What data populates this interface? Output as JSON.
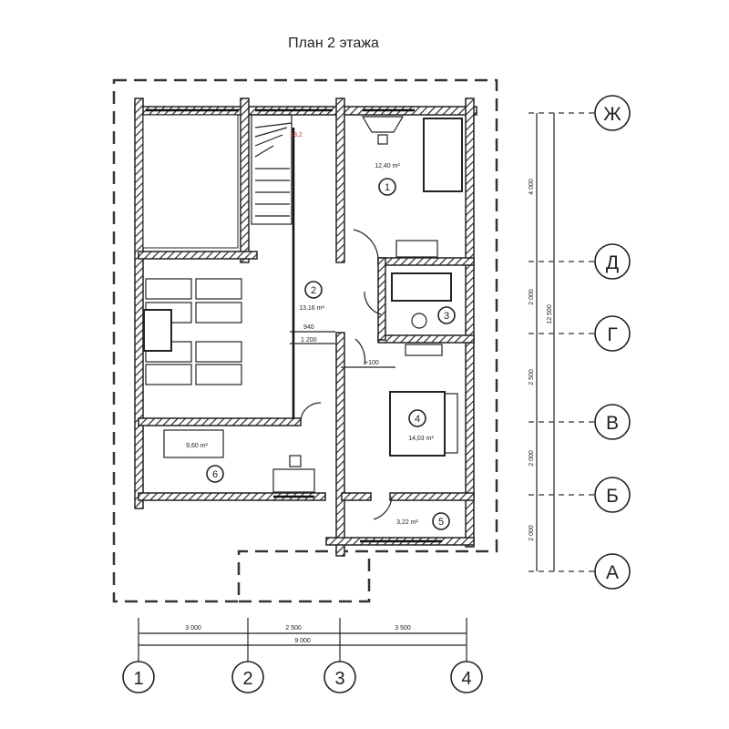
{
  "title": "План  2 этажа",
  "rooms": [
    {
      "number": "1",
      "area": "12,40 m²"
    },
    {
      "number": "2",
      "area": "13,16 m²"
    },
    {
      "number": "3",
      "area": ""
    },
    {
      "number": "4",
      "area": "14,03 m²"
    },
    {
      "number": "5",
      "area": "3,22 m²"
    },
    {
      "number": "6",
      "area": "9,60 m²"
    }
  ],
  "annotations": {
    "stair_mark": "+3,2",
    "dim_940": "940",
    "dim_1200": "1 200",
    "level_mark": "+100"
  },
  "column_axes": [
    "1",
    "2",
    "3",
    "4"
  ],
  "row_axes": [
    "Ж",
    "Д",
    "Г",
    "В",
    "Б",
    "А"
  ],
  "horizontal_dimensions": {
    "segments": [
      "3 000",
      "2 500",
      "3 500"
    ],
    "total": "9 000"
  },
  "vertical_dimensions": {
    "segments": [
      "4 000",
      "2 000",
      "2 500",
      "2 000",
      "2 000"
    ],
    "total": "12 500"
  }
}
